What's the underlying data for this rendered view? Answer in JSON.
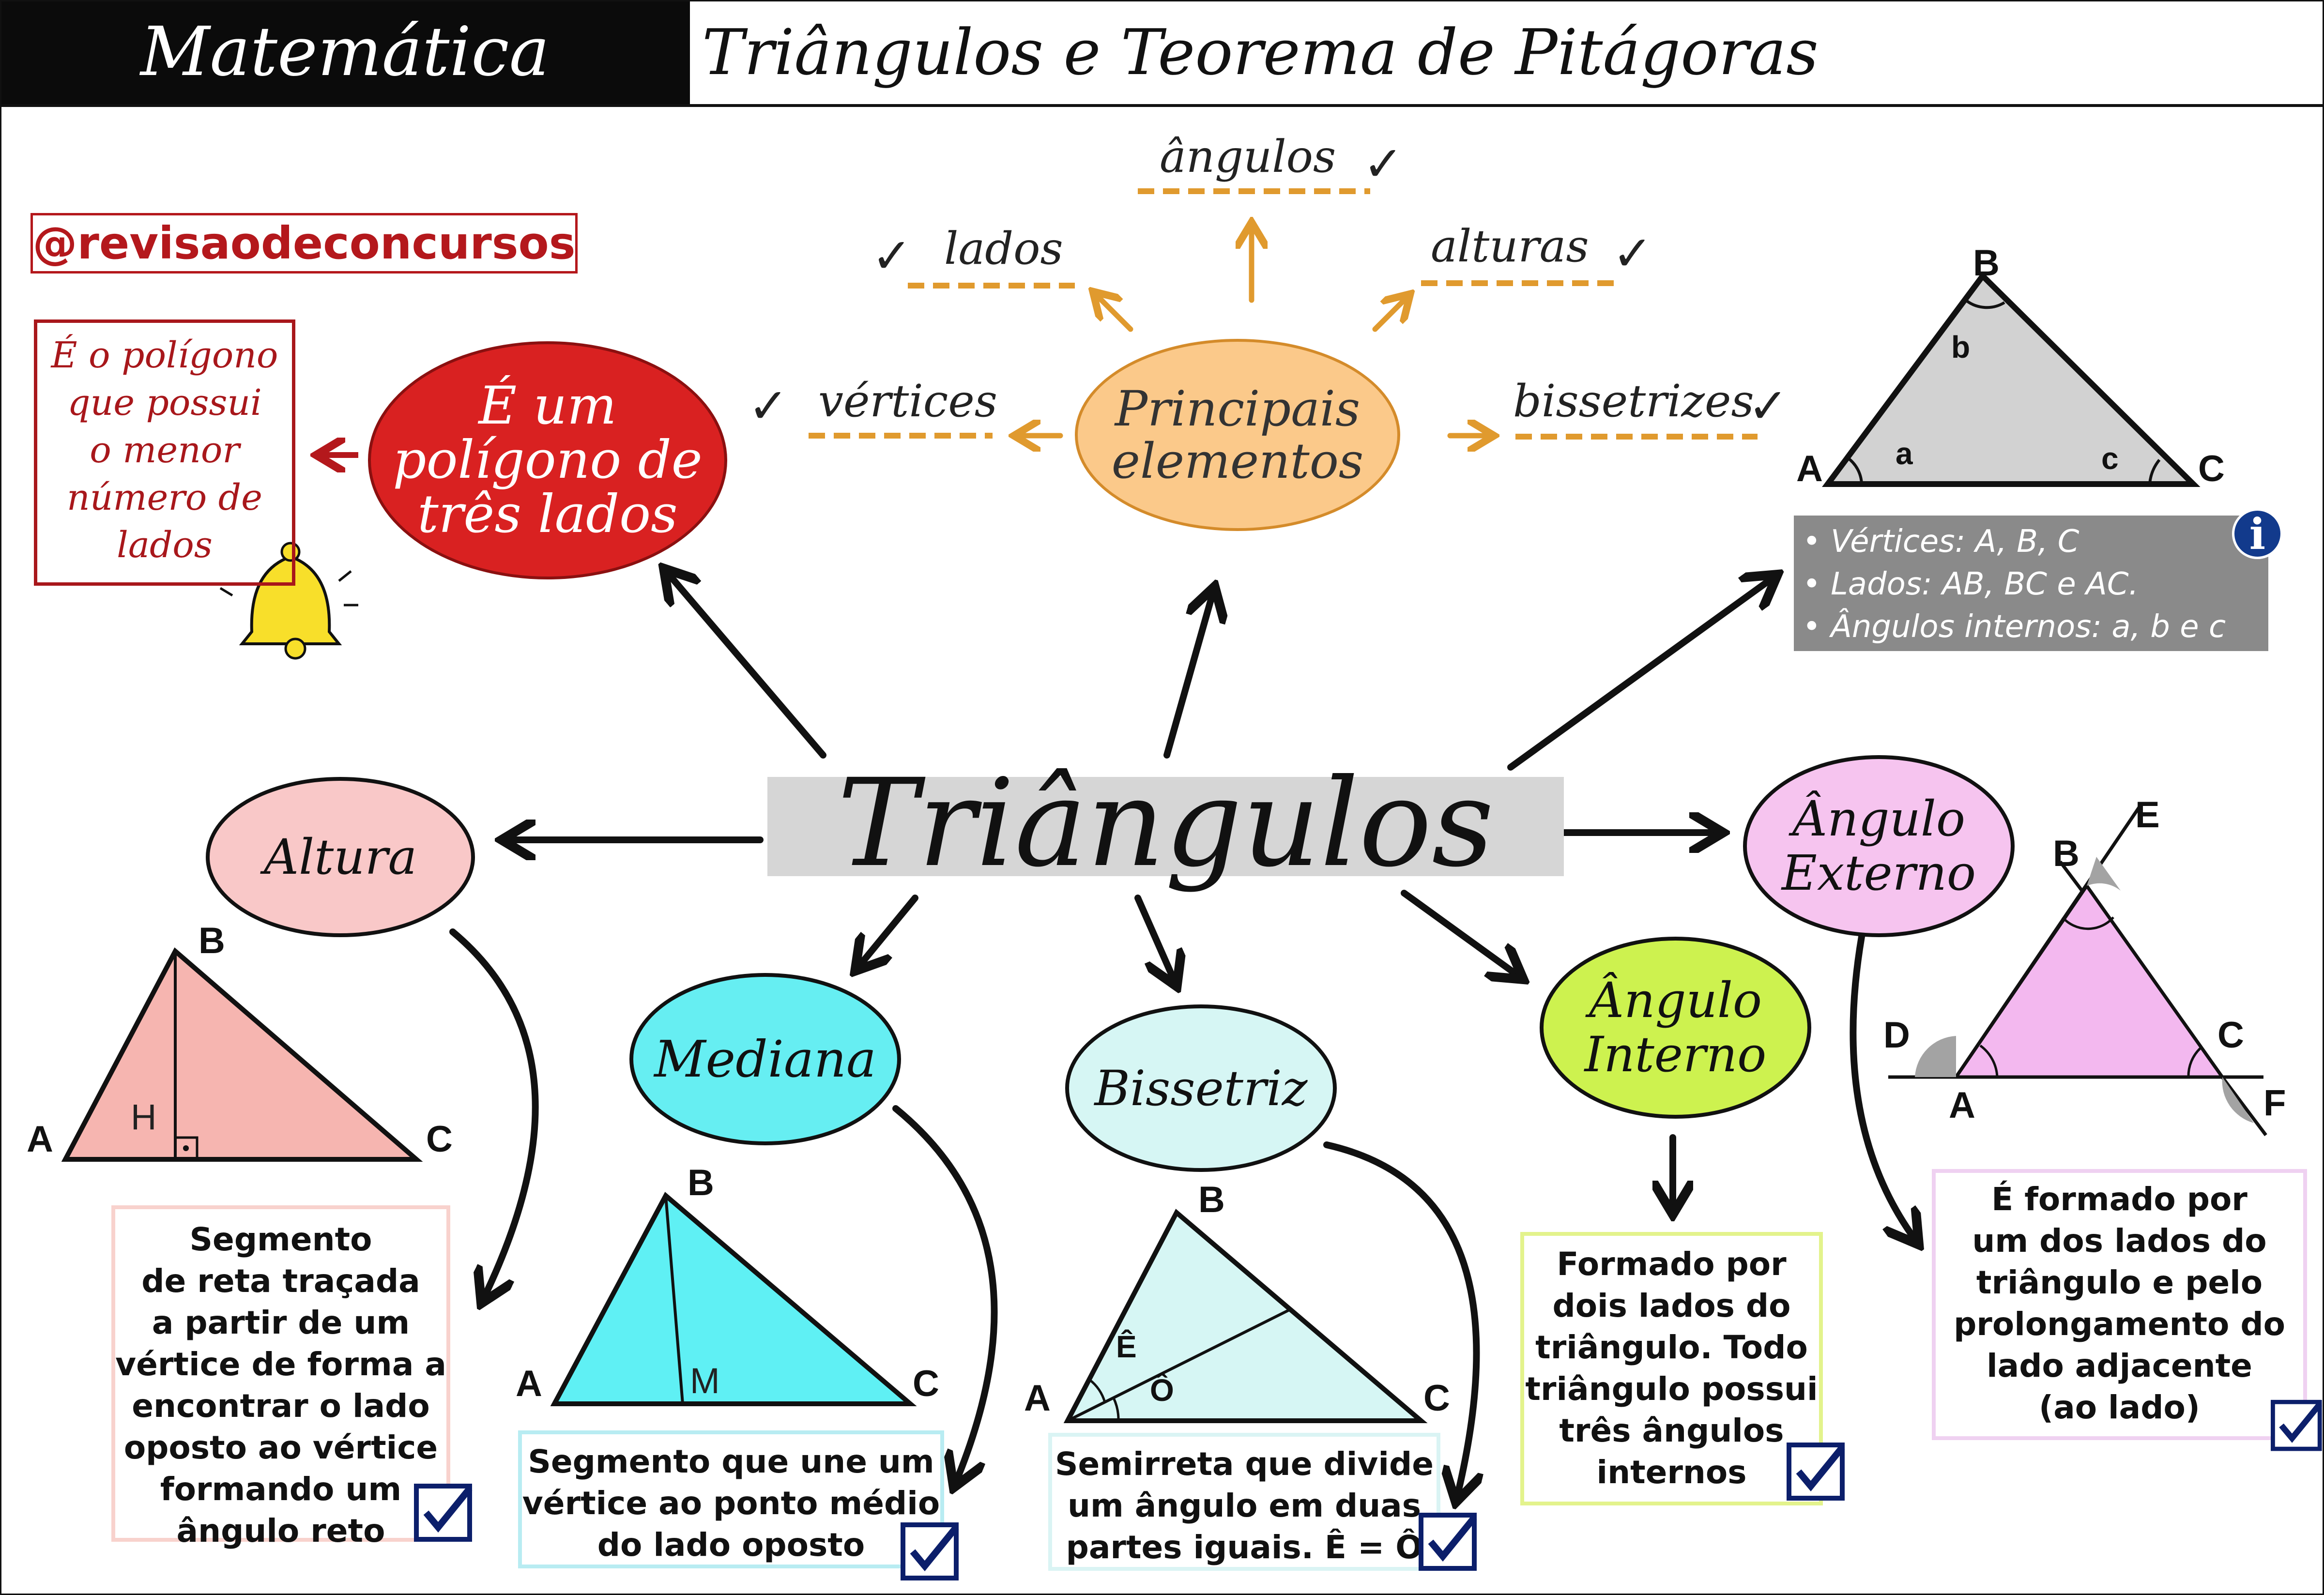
{
  "header": {
    "subject": "Matemática",
    "topic": "Triângulos e Teorema de Pitágoras"
  },
  "handle": "@revisaodeconcursos",
  "definition": {
    "lines": [
      "É o polígono",
      "que possui",
      "o menor",
      "número de",
      "lados"
    ]
  },
  "polygon_oval": {
    "lines": [
      "É um",
      "polígono de",
      "três lados"
    ]
  },
  "elements_oval": {
    "lines": [
      "Principais",
      "elementos"
    ]
  },
  "elements": {
    "vertices": "vértices",
    "lados": "lados",
    "angulos": "ângulos",
    "alturas": "alturas",
    "bissetrizes": "bissetrizes"
  },
  "center_label": "Triângulos",
  "info": {
    "items": [
      "Vértices: A, B, C",
      "Lados: AB, BC e AC.",
      "Ângulos internos: a, b e c"
    ]
  },
  "triangle_main": {
    "A": "A",
    "B": "B",
    "C": "C",
    "a": "a",
    "b": "b",
    "c": "c"
  },
  "altura": {
    "title": "Altura",
    "labels": {
      "A": "A",
      "B": "B",
      "C": "C",
      "H": "H"
    },
    "desc": [
      "Segmento",
      "de reta traçada",
      "a partir de um",
      "vértice de forma a",
      "encontrar o lado",
      "oposto ao vértice",
      "formando um",
      "ângulo reto"
    ]
  },
  "mediana": {
    "title": "Mediana",
    "labels": {
      "A": "A",
      "B": "B",
      "C": "C",
      "M": "M"
    },
    "desc": [
      "Segmento que une um",
      "vértice ao ponto médio",
      "do lado oposto"
    ]
  },
  "bissetriz": {
    "title": "Bissetriz",
    "labels": {
      "A": "A",
      "B": "B",
      "C": "C",
      "E": "Ê",
      "O": "Ô"
    },
    "desc": [
      "Semirreta que divide",
      "um ângulo em duas",
      "partes iguais. Ê = Ô"
    ]
  },
  "interno": {
    "title_lines": [
      "Ângulo",
      "Interno"
    ],
    "desc": [
      "Formado por",
      "dois lados do",
      "triângulo. Todo",
      "triângulo possui",
      "três ângulos",
      "internos"
    ]
  },
  "externo": {
    "title_lines": [
      "Ângulo",
      "Externo"
    ],
    "labels": {
      "A": "A",
      "B": "B",
      "C": "C",
      "D": "D",
      "E": "E",
      "F": "F"
    },
    "desc": [
      "É formado por",
      "um dos lados do",
      "triângulo e pelo",
      "prolongamento do",
      "lado adjacente",
      "(ao lado)"
    ]
  },
  "colors": {
    "header_bg": "#0b0b0b",
    "red": "#d92121",
    "orange": "#fbc98a",
    "arrow_orange": "#e09a2e",
    "pink": "#f9c8c8",
    "cyan": "#66eef2",
    "light_cyan": "#d6f6f4",
    "lime": "#cdf24f",
    "violet": "#f6c4ef",
    "checkbox": "#0c1f6b"
  }
}
